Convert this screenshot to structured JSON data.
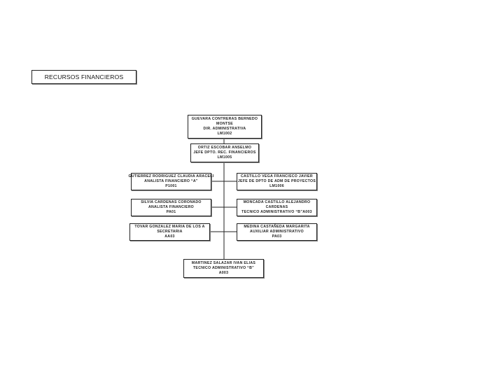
{
  "title": "RECURSOS FINANCIEROS",
  "nodes": {
    "head": [
      "GUEVARA CONTRERAS BERNEDO",
      "MONTSE",
      "DIR. ADMINISTRATIVA",
      "LM1002"
    ],
    "deputy": [
      "ORTIZ ESCOBAR ANSELMO",
      "JEFE DPTO. REC. FINANCIEROS",
      "LM1005"
    ],
    "left1": [
      "GUTIERREZ RODRIGUEZ CLAUDIA ARACELI",
      "ANALISTA FINANCIERO “A”",
      "P1001"
    ],
    "left2": [
      "SILVIA CARDENAS CORONADO",
      "ANALISTA FINANCIERO",
      "PA01"
    ],
    "left3": [
      "TOVAR GONZALEZ MARIA DE LOS A",
      "SECRETARIA",
      "AA03"
    ],
    "right1": [
      "CASTILLO VEGA FRANCISCO JAVIER",
      "JEFE DE DPTO DE ADM DE PROYECTOS",
      "LM1006"
    ],
    "right2": [
      "MONCADA CASTILLO ALEJANDRO",
      "CARDENAS",
      "TECNICO ADMINISTRATIVO “B”A003"
    ],
    "right3": [
      "MEDINA CASTAÑEDA MARGARITA",
      "AUXILIAR ADMINISTRATIVO",
      "PA03"
    ],
    "bottom": [
      "MARTINEZ SALAZAR IVAN ELIAS",
      "TECNICO ADMINISTRATIVO “B”",
      "A003"
    ]
  }
}
